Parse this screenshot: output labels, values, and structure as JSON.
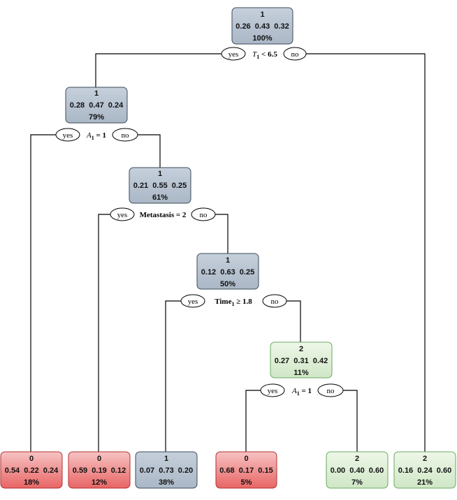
{
  "labels": {
    "yes": "yes",
    "no": "no"
  },
  "splits": {
    "s0": {
      "var": "T",
      "sub": "1",
      "op": " < 6.5",
      "italic": true
    },
    "s1": {
      "var": "A",
      "sub": "1",
      "op": " = 1",
      "italic": true
    },
    "s2": {
      "var": "Metastasis = 2",
      "sub": "",
      "op": "",
      "italic": false
    },
    "s3": {
      "var": "Time",
      "sub": "1",
      "op": " ≥ 1.8",
      "italic": false
    },
    "s4": {
      "var": "A",
      "sub": "1",
      "op": " = 1",
      "italic": true
    }
  },
  "nodes": {
    "n0": {
      "cls": "1",
      "probs": "0.26  0.43  0.32",
      "pct": "100%"
    },
    "n1": {
      "cls": "1",
      "probs": "0.28  0.47  0.24",
      "pct": "79%"
    },
    "n2": {
      "cls": "1",
      "probs": "0.21  0.55  0.25",
      "pct": "61%"
    },
    "n3": {
      "cls": "1",
      "probs": "0.12  0.63  0.25",
      "pct": "50%"
    },
    "n4": {
      "cls": "2",
      "probs": "0.27  0.31  0.42",
      "pct": "11%"
    },
    "l1": {
      "cls": "0",
      "probs": "0.54  0.22  0.24",
      "pct": "18%"
    },
    "l2": {
      "cls": "0",
      "probs": "0.59  0.19  0.12",
      "pct": "12%"
    },
    "l3": {
      "cls": "1",
      "probs": "0.07  0.73  0.20",
      "pct": "38%"
    },
    "l4": {
      "cls": "0",
      "probs": "0.68  0.17  0.15",
      "pct": "5%"
    },
    "l5": {
      "cls": "2",
      "probs": "0.00  0.40  0.60",
      "pct": "7%"
    },
    "l6": {
      "cls": "2",
      "probs": "0.16  0.24  0.60",
      "pct": "21%"
    }
  }
}
